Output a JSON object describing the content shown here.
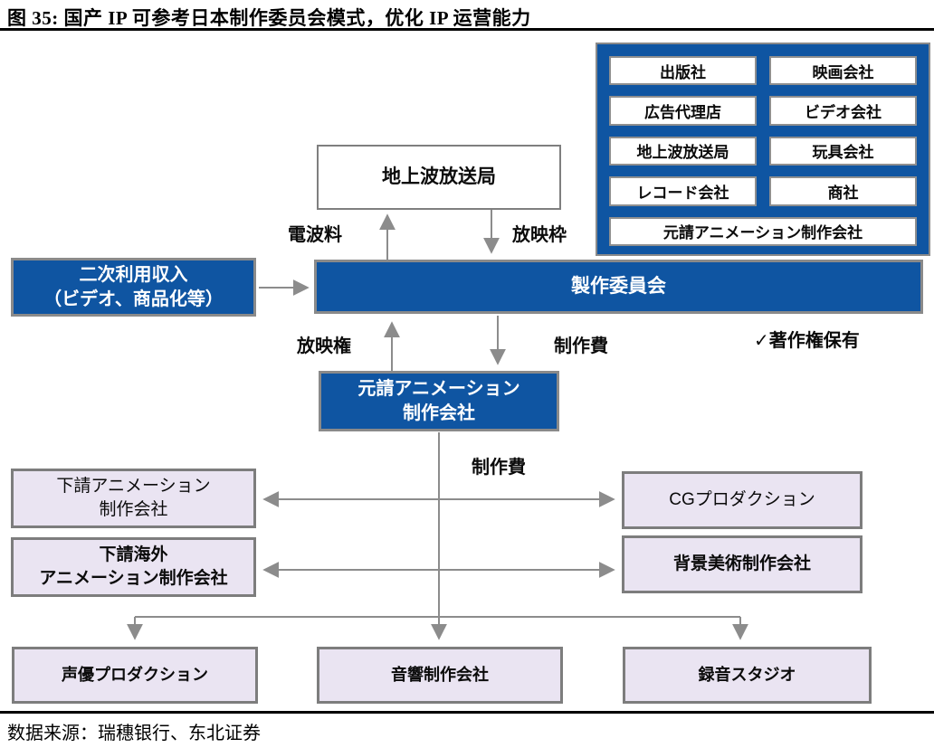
{
  "figure": {
    "title": "图 35: 国产 IP 可参考日本制作委员会模式，优化 IP 运营能力",
    "source": "数据来源：瑞穗银行、东北证券"
  },
  "colors": {
    "committee_blue": "#0F55A2",
    "member_purple": "#EAE4F2",
    "line_gray": "#8c8c8c",
    "border_gray": "#7f7f7f"
  },
  "committee_members": [
    "出版社",
    "映画会社",
    "広告代理店",
    "ビデオ会社",
    "地上波放送局",
    "玩具会社",
    "レコード会社",
    "商社",
    "元請アニメーション制作会社"
  ],
  "nodes": {
    "broadcaster": "地上波放送局",
    "secondary_income_line1": "二次利用収入",
    "secondary_income_line2": "（ビデオ、商品化等）",
    "committee": "製作委員会",
    "prime_contractor_line1": "元請アニメーション",
    "prime_contractor_line2": "制作会社",
    "subcontractor_line1": "下請アニメーション",
    "subcontractor_line2": "制作会社",
    "overseas_sub_line1": "下請海外",
    "overseas_sub_line2": "アニメーション制作会社",
    "cg_production": "CGプロダクション",
    "background_art": "背景美術制作会社",
    "voice_production": "声優プロダクション",
    "sound_production": "音響制作会社",
    "recording_studio": "録音スタジオ"
  },
  "labels": {
    "airwave_fee": "電波料",
    "broadcast_slot": "放映枠",
    "broadcast_rights": "放映権",
    "production_fee_upper": "制作費",
    "copyright_held": "✓著作権保有",
    "production_fee_lower": "制作費"
  }
}
